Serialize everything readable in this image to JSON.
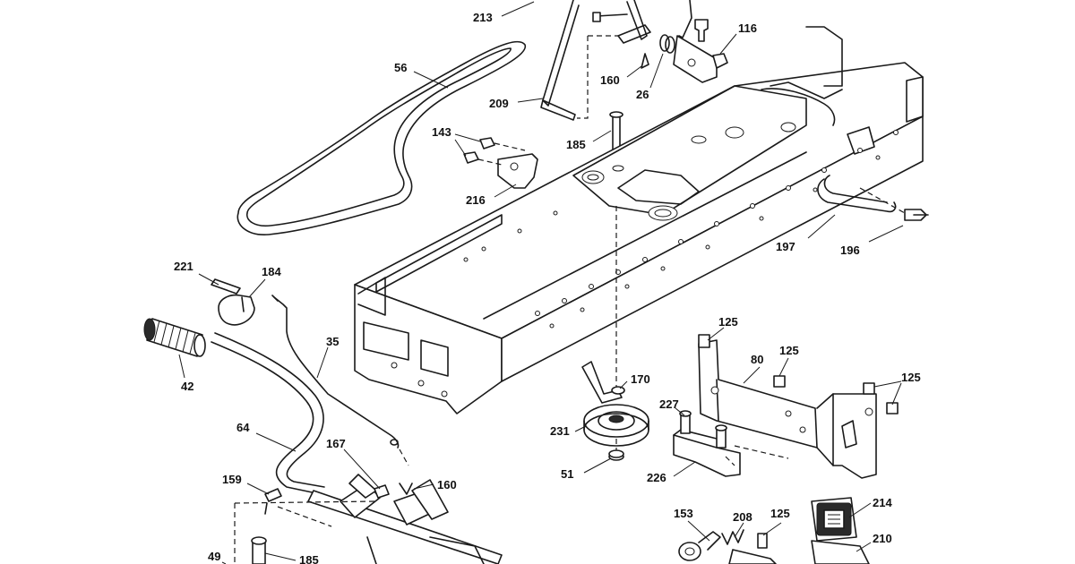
{
  "callouts": [
    {
      "id": "213",
      "text": "213"
    },
    {
      "id": "116",
      "text": "116"
    },
    {
      "id": "56",
      "text": "56"
    },
    {
      "id": "160a",
      "text": "160"
    },
    {
      "id": "26",
      "text": "26"
    },
    {
      "id": "209",
      "text": "209"
    },
    {
      "id": "143",
      "text": "143"
    },
    {
      "id": "185a",
      "text": "185"
    },
    {
      "id": "216",
      "text": "216"
    },
    {
      "id": "197",
      "text": "197"
    },
    {
      "id": "196",
      "text": "196"
    },
    {
      "id": "221",
      "text": "221"
    },
    {
      "id": "184",
      "text": "184"
    },
    {
      "id": "35",
      "text": "35"
    },
    {
      "id": "42",
      "text": "42"
    },
    {
      "id": "125a",
      "text": "125"
    },
    {
      "id": "125b",
      "text": "125"
    },
    {
      "id": "80",
      "text": "80"
    },
    {
      "id": "125c",
      "text": "125"
    },
    {
      "id": "170",
      "text": "170"
    },
    {
      "id": "227",
      "text": "227"
    },
    {
      "id": "231",
      "text": "231"
    },
    {
      "id": "64",
      "text": "64"
    },
    {
      "id": "167",
      "text": "167"
    },
    {
      "id": "51",
      "text": "51"
    },
    {
      "id": "226",
      "text": "226"
    },
    {
      "id": "159",
      "text": "159"
    },
    {
      "id": "160b",
      "text": "160"
    },
    {
      "id": "153",
      "text": "153"
    },
    {
      "id": "208",
      "text": "208"
    },
    {
      "id": "125d",
      "text": "125"
    },
    {
      "id": "214",
      "text": "214"
    },
    {
      "id": "210",
      "text": "210"
    },
    {
      "id": "49",
      "text": "49"
    },
    {
      "id": "185b",
      "text": "185"
    }
  ]
}
